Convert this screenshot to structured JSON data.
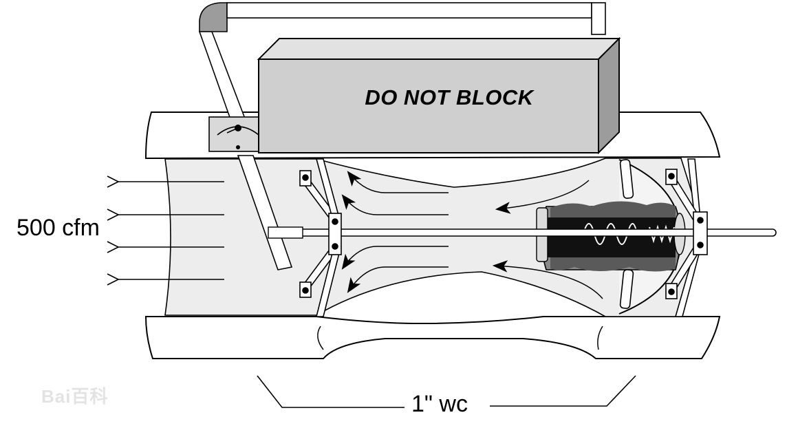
{
  "diagram": {
    "box_label": "DO NOT BLOCK",
    "flow_label": "500 cfm",
    "pressure_label": "1\" wc",
    "watermark_text": "Bai百科"
  },
  "colors": {
    "line": "#000000",
    "duct_fill": "#ffffff",
    "airflow_fill": "#ededed",
    "box_front": "#cfcfcf",
    "box_top": "#e2e2e2",
    "box_side": "#9c9c9c",
    "motor_dark": "#111111",
    "motor_mid": "#8a8a8a",
    "watermark": "#e3e3e3"
  },
  "icons": {
    "flow_arrows": "open-arrowhead-left",
    "swirl_arrows": "filled-arrowhead"
  }
}
